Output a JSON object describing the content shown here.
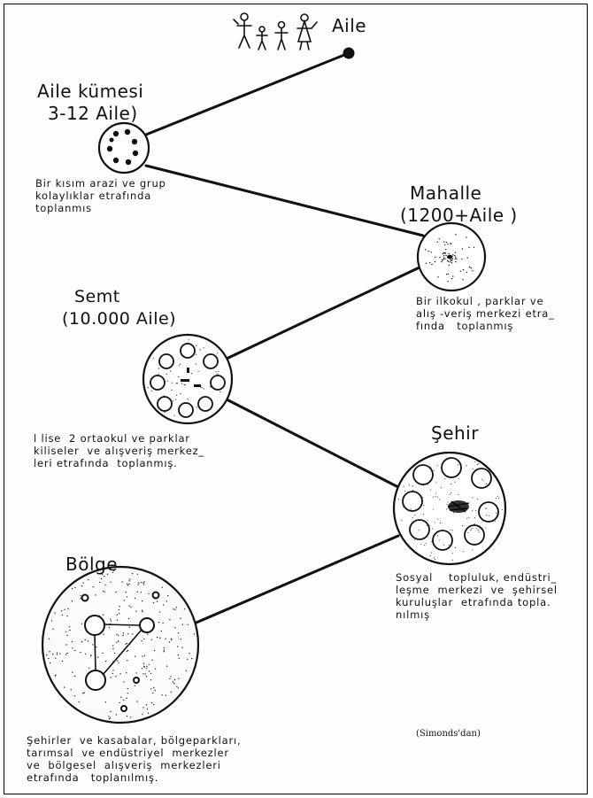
{
  "nodes": {
    "aile": {
      "title": "Aile"
    },
    "aile_kumesi": {
      "title": "Aile kümesi",
      "size": "3-12 Aile)",
      "description": "Bir kısım arazi ve grup\nkolaylıklar etrafında\ntoplanmıs"
    },
    "mahalle": {
      "title": "Mahalle",
      "size": "(1200+Aile )",
      "description": "Bir ilkokul , parklar ve\nalış -veriş merkezi etra_\nfında   toplanmış"
    },
    "semt": {
      "title": "Semt",
      "size": "(10.000 Aile)",
      "description": "l lise  2 ortaokul ve parklar\nkiliseler  ve alışveriş merkez_\nleri etrafında  toplanmış."
    },
    "sehir": {
      "title": "Şehir",
      "description": "Sosyal    topluluk, endüstri_\nleşme  merkezi  ve  şehirsel\nkuruluşlar  etrafında topla.\nnılmış"
    },
    "bolge": {
      "title": "Bölge",
      "description": "Şehirler  ve kasabalar, bölgeparkları,\ntarımsal  ve endüstriyel  merkezler\nve  bölgesel  alışveriş  merkezleri\netrafında   toplanılmış."
    }
  },
  "source": "(Simonds'dan)",
  "icons": [
    "family-figures-icon"
  ],
  "colors": {
    "ink": "#111111",
    "paper": "#fdfdfb"
  }
}
